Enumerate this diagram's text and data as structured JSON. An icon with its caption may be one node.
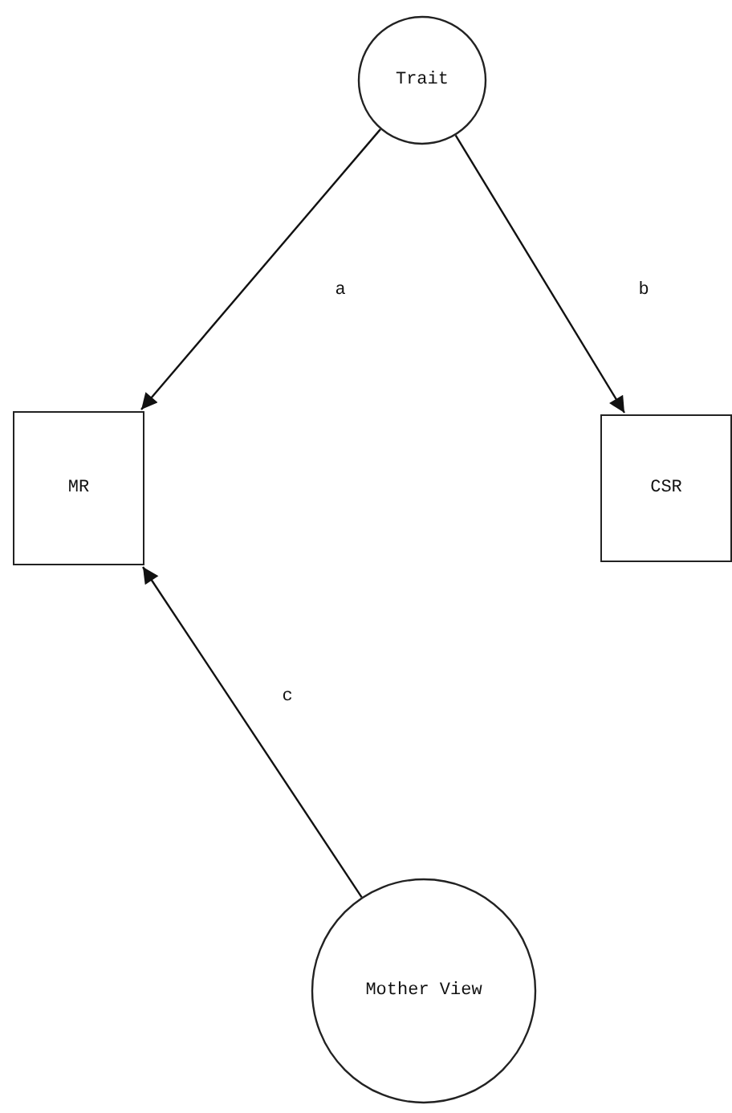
{
  "diagram": {
    "nodes": [
      {
        "text": [
          "Trait"
        ]
      },
      {
        "text": [
          "MR"
        ]
      },
      {
        "text": [
          "CSR"
        ]
      },
      {
        "text": [
          "Mother View"
        ]
      }
    ],
    "edges": [
      {
        "from": 0,
        "to": 1,
        "arrow": "to",
        "label": "a"
      },
      {
        "from": 0,
        "to": 2,
        "arrow": "to",
        "label": "b"
      },
      {
        "from": 3,
        "to": 1,
        "arrow": "to",
        "label": "c"
      }
    ]
  }
}
